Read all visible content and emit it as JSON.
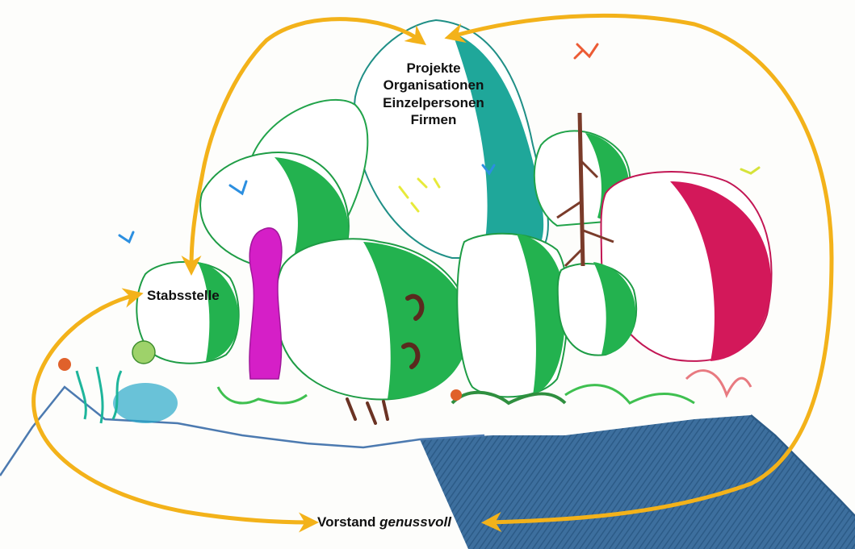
{
  "diagram": {
    "top_labels": [
      "Projekte",
      "Organisationen",
      "Einzelpersonen",
      "Firmen"
    ],
    "side_label": "Stabsstelle",
    "bottom_label": {
      "word": "Vorstand",
      "italic_word": "genussvoll"
    },
    "arrow_color": "#f3b21a",
    "illustration": "hand-drawn forest of trees on a hill"
  }
}
